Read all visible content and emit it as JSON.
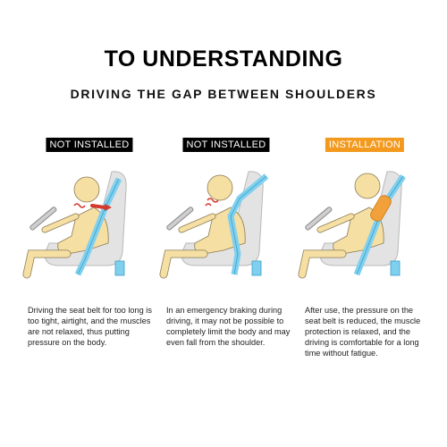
{
  "title": "TO UNDERSTANDING",
  "subtitle": "DRIVING THE GAP BETWEEN SHOULDERS",
  "panels": [
    {
      "badge": "NOT INSTALLED",
      "badge_color": "#000000",
      "text": "Driving the seat belt for too long is too tight, airtight, and the muscles are not relaxed, thus putting pressure on the body."
    },
    {
      "badge": "NOT INSTALLED",
      "badge_color": "#000000",
      "text": "In an emergency braking during driving, it may not be possible to completely limit the body and may even fall from the shoulder."
    },
    {
      "badge": "INSTALLATION",
      "badge_color": "#f39a1e",
      "text": "After use, the pressure on the seat belt is reduced, the muscle protection is relaxed, and the driving is comfortable for a long time without fatigue."
    }
  ],
  "colors": {
    "skin": "#f5dfa3",
    "skin_outline": "#8a7a55",
    "seat": "#e3e3e3",
    "belt": "#7fd0ef",
    "pad": "#f2a03a",
    "pain": "#d33a2c"
  }
}
